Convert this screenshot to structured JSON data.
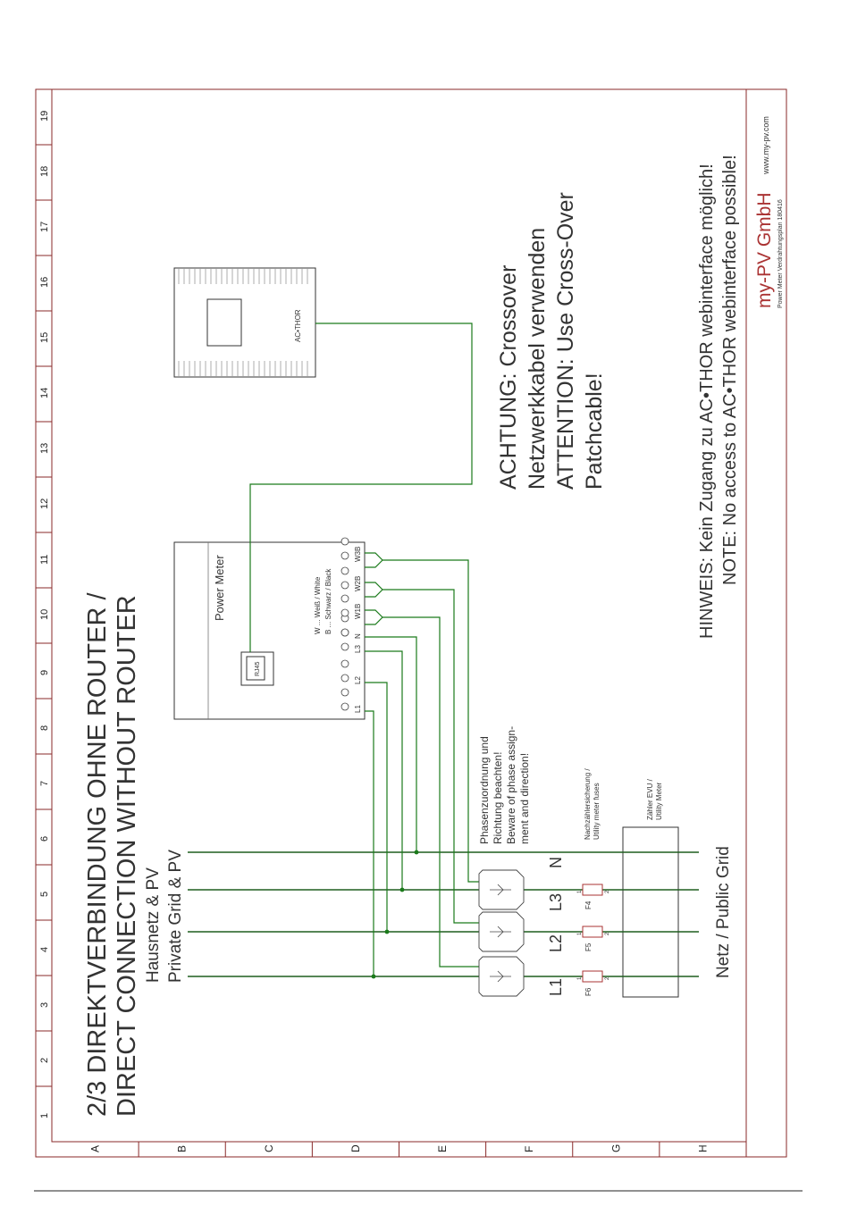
{
  "grid": {
    "numbers": [
      "1",
      "2",
      "3",
      "4",
      "5",
      "6",
      "7",
      "8",
      "9",
      "10",
      "11",
      "12",
      "13",
      "14",
      "15",
      "16",
      "17",
      "18",
      "19"
    ],
    "letters": [
      "A",
      "B",
      "C",
      "D",
      "E",
      "F",
      "G",
      "H"
    ]
  },
  "title": {
    "line1": "2/3 DIREKTVERBINDUNG OHNE ROUTER /",
    "line2": "DIRECT CONNECTION WITHOUT ROUTER"
  },
  "house_grid": {
    "line1": "Hausnetz & PV",
    "line2": "Private Grid & PV"
  },
  "public_grid": "Netz / Public Grid",
  "power_meter": {
    "label": "Power Meter",
    "rj45": "RJ45",
    "legend_w": "W ... Weiß / White",
    "legend_b": "B ... Schwarz / Black",
    "terminals": [
      "L1",
      "L2",
      "L3",
      "N",
      "W1B",
      "W2B",
      "W3B"
    ]
  },
  "acthor": {
    "label": "AC•THOR"
  },
  "warning": {
    "line1": "ACHTUNG: Crossover",
    "line2": "Netzwerkkabel verwenden",
    "line3": "ATTENTION: Use Cross-Over",
    "line4": "Patchcable!"
  },
  "phase_note": {
    "line1": "Phasenzuordnung und",
    "line2": "Richtung beachten!",
    "line3": "Beware of phase assign-",
    "line4": "ment and direction!"
  },
  "phases": [
    "L1",
    "L2",
    "L3",
    "N"
  ],
  "fuses_note": {
    "line1": "Nachzählersicherung /",
    "line2": "Utility meter fuses"
  },
  "fuses": [
    {
      "name": "F6",
      "pin1": "1",
      "pin2": "2"
    },
    {
      "name": "F5",
      "pin1": "1",
      "pin2": "2"
    },
    {
      "name": "F4",
      "pin1": "1",
      "pin2": "2"
    }
  ],
  "meter": {
    "line1": "Zähler EVU /",
    "line2": "Utility Meter"
  },
  "note": {
    "line1": "HINWEIS: Kein Zugang zu AC•THOR webinterface möglich!",
    "line2": "NOTE: No access to AC•THOR webinterface possible!"
  },
  "company": {
    "name": "my-PV GmbH",
    "web": "www.my-pv.com",
    "doc": "Power Meter Verdrahtungsplan 180416"
  },
  "colors": {
    "frame": "#8a2a2a",
    "wire": "#1a7a1a",
    "brand": "#aa3333"
  }
}
